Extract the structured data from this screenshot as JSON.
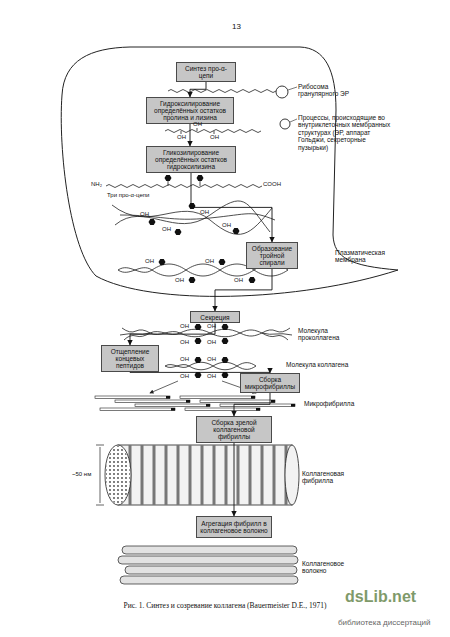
{
  "diagram": {
    "caption": "Рис. 1. Синтез и созревание коллагена (Bauermeister D.E., 1971)",
    "nodes": [
      {
        "text": [
          "Синтез про-α-цепи"
        ]
      },
      {
        "text": [
          "Гидроксилирование определённых остатков пролина и лизина"
        ]
      },
      {
        "text": [
          "Гликозилирование определённых остатков гидроксилизина"
        ]
      },
      {
        "text": [
          "Образование тройной спирали"
        ]
      },
      {
        "text": [
          "Секреция"
        ]
      },
      {
        "text": [
          "Отщепление концевых пептидов"
        ]
      },
      {
        "text": [
          "Сборка микрофибриллы"
        ]
      },
      {
        "text": [
          "Сборка зрелой коллагеновой фибриллы"
        ]
      },
      {
        "text": [
          "Агрегация фибрилл в коллагеновое волокно"
        ]
      }
    ],
    "edges": [
      {
        "from": 0,
        "to": 1,
        "arrow": "to"
      },
      {
        "from": 1,
        "to": 2,
        "arrow": "to"
      },
      {
        "from": 2,
        "to": 3,
        "arrow": "to"
      },
      {
        "from": 3,
        "to": 4,
        "arrow": "to"
      },
      {
        "from": 4,
        "to": 5,
        "arrow": "to"
      },
      {
        "from": 5,
        "to": 6,
        "arrow": "to"
      },
      {
        "from": 6,
        "to": 7,
        "arrow": "to"
      },
      {
        "from": 7,
        "to": 8,
        "arrow": "to"
      }
    ],
    "labels": [
      "13",
      "Рибосома гранулярного ЭР",
      "OH",
      "OH",
      "OH",
      "Процессы, происходящие во внутриклеточных мембранных структурах (ЭР, аппарат Гольджи, секреторные пузырьки)",
      "NH₂",
      "COOH",
      "Три про-α-цепи",
      "OH",
      "OH",
      "OH",
      "OH",
      "OH",
      "OH",
      "OH",
      "OH",
      "Плазматическая мембрана",
      "OH",
      "OH",
      "OH",
      "OH",
      "Молекула проколлагена",
      "OH",
      "OH",
      "OH",
      "OH",
      "Молекула коллагена",
      "Микрофибрилла",
      "~50 нм",
      "Коллагеновая фибрилла",
      "Коллагеновое волокно",
      "dsLib.net",
      "библиотека диссертаций"
    ]
  }
}
